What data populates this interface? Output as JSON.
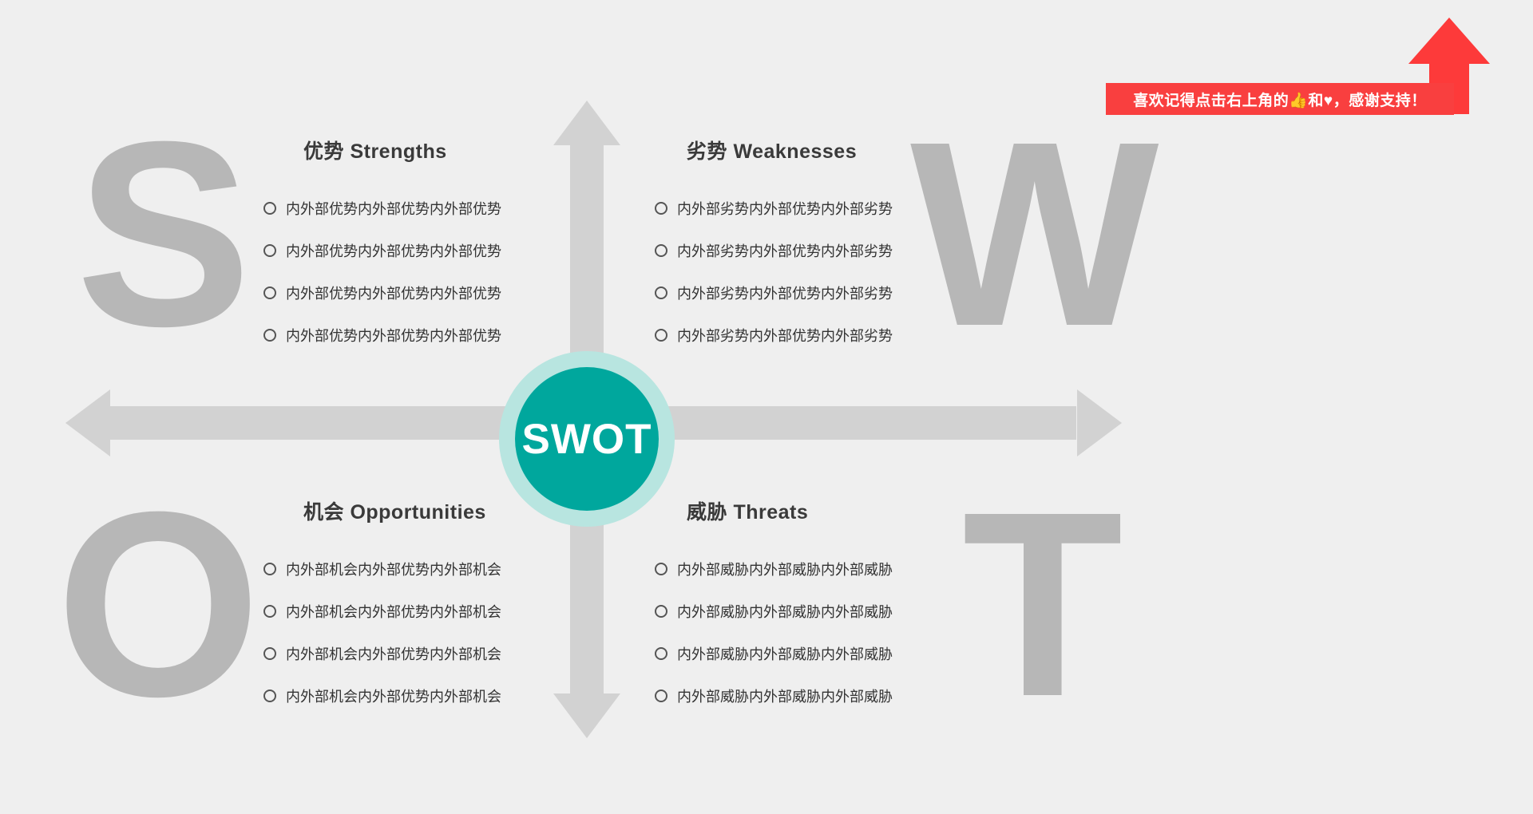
{
  "background_color": "#efefef",
  "center": {
    "label": "SWOT",
    "circle_color": "#00a79d",
    "halo_color": "#b8e5e0",
    "text_color": "#ffffff"
  },
  "axes": {
    "color": "#d2d2d2",
    "vertical_label": "vertical-double-arrow",
    "horizontal_label": "horizontal-double-arrow"
  },
  "watermarks": {
    "color": "#b7b7b7",
    "letters": [
      "S",
      "W",
      "O",
      "T"
    ]
  },
  "quadrants": [
    {
      "key": "strengths",
      "title": "优势 Strengths",
      "items": [
        "内外部优势内外部优势内外部优势",
        "内外部优势内外部优势内外部优势",
        "内外部优势内外部优势内外部优势",
        "内外部优势内外部优势内外部优势"
      ]
    },
    {
      "key": "weaknesses",
      "title": "劣势 Weaknesses",
      "items": [
        "内外部劣势内外部优势内外部劣势",
        "内外部劣势内外部优势内外部劣势",
        "内外部劣势内外部优势内外部劣势",
        "内外部劣势内外部优势内外部劣势"
      ]
    },
    {
      "key": "opportunities",
      "title": "机会 Opportunities",
      "items": [
        "内外部机会内外部优势内外部机会",
        "内外部机会内外部优势内外部机会",
        "内外部机会内外部优势内外部机会",
        "内外部机会内外部优势内外部机会"
      ]
    },
    {
      "key": "threats",
      "title": "威胁 Threats",
      "items": [
        "内外部威胁内外部威胁内外部威胁",
        "内外部威胁内外部威胁内外部威胁",
        "内外部威胁内外部威胁内外部威胁",
        "内外部威胁内外部威胁内外部威胁"
      ]
    }
  ],
  "promo": {
    "text": "喜欢记得点击右上角的👍和♥，感谢支持！",
    "background_color": "#f93f3f",
    "text_color": "#ffffff",
    "arrow_color": "#fd3a3a",
    "arrow_icon": "up-arrow-icon"
  }
}
